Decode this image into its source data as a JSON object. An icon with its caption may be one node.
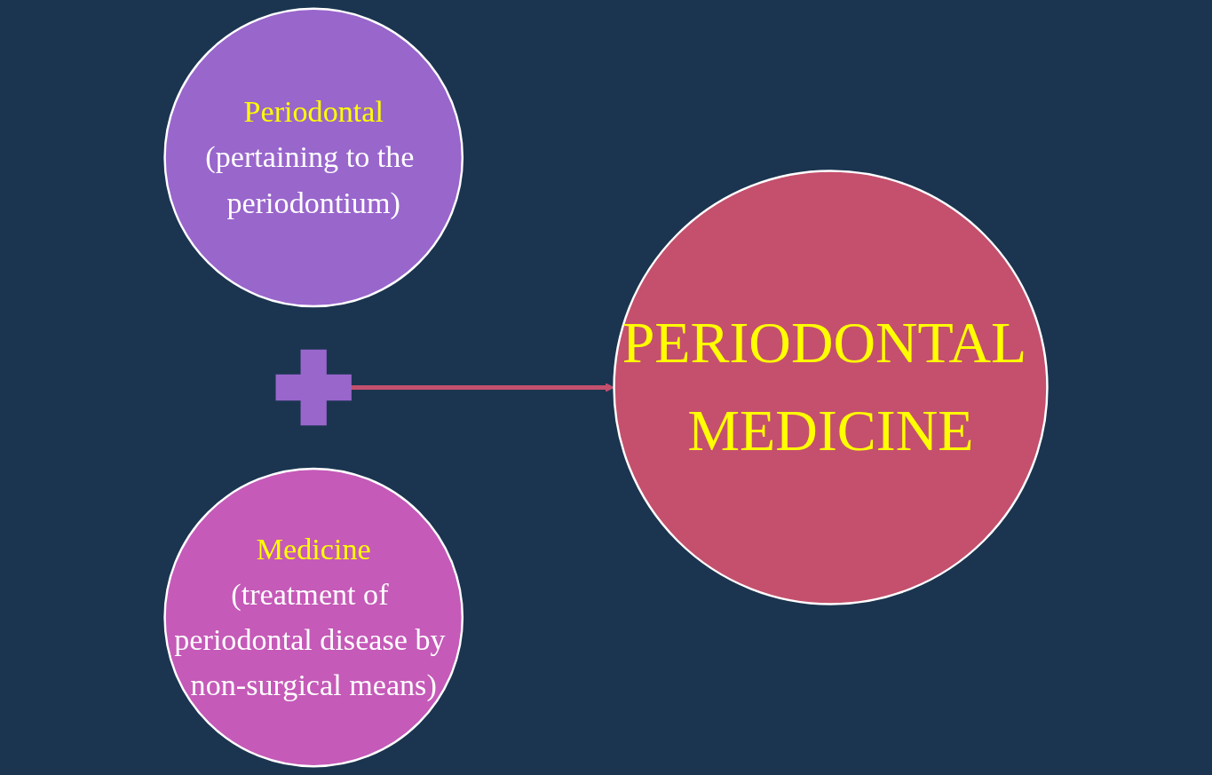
{
  "diagram": {
    "nodes": [
      {
        "text": [
          "Periodontal",
          "(pertaining to the periodontium)"
        ]
      },
      {
        "text": [],
        "shape": "plus"
      },
      {
        "text": [
          "Medicine",
          "(treatment of periodontal disease by non-surgical means)"
        ]
      },
      {
        "text": [
          "PERIODONTAL MEDICINE"
        ]
      }
    ],
    "edges": [
      {
        "from": 1,
        "to": 3,
        "arrow": "to",
        "color": "#c4506e"
      }
    ]
  }
}
